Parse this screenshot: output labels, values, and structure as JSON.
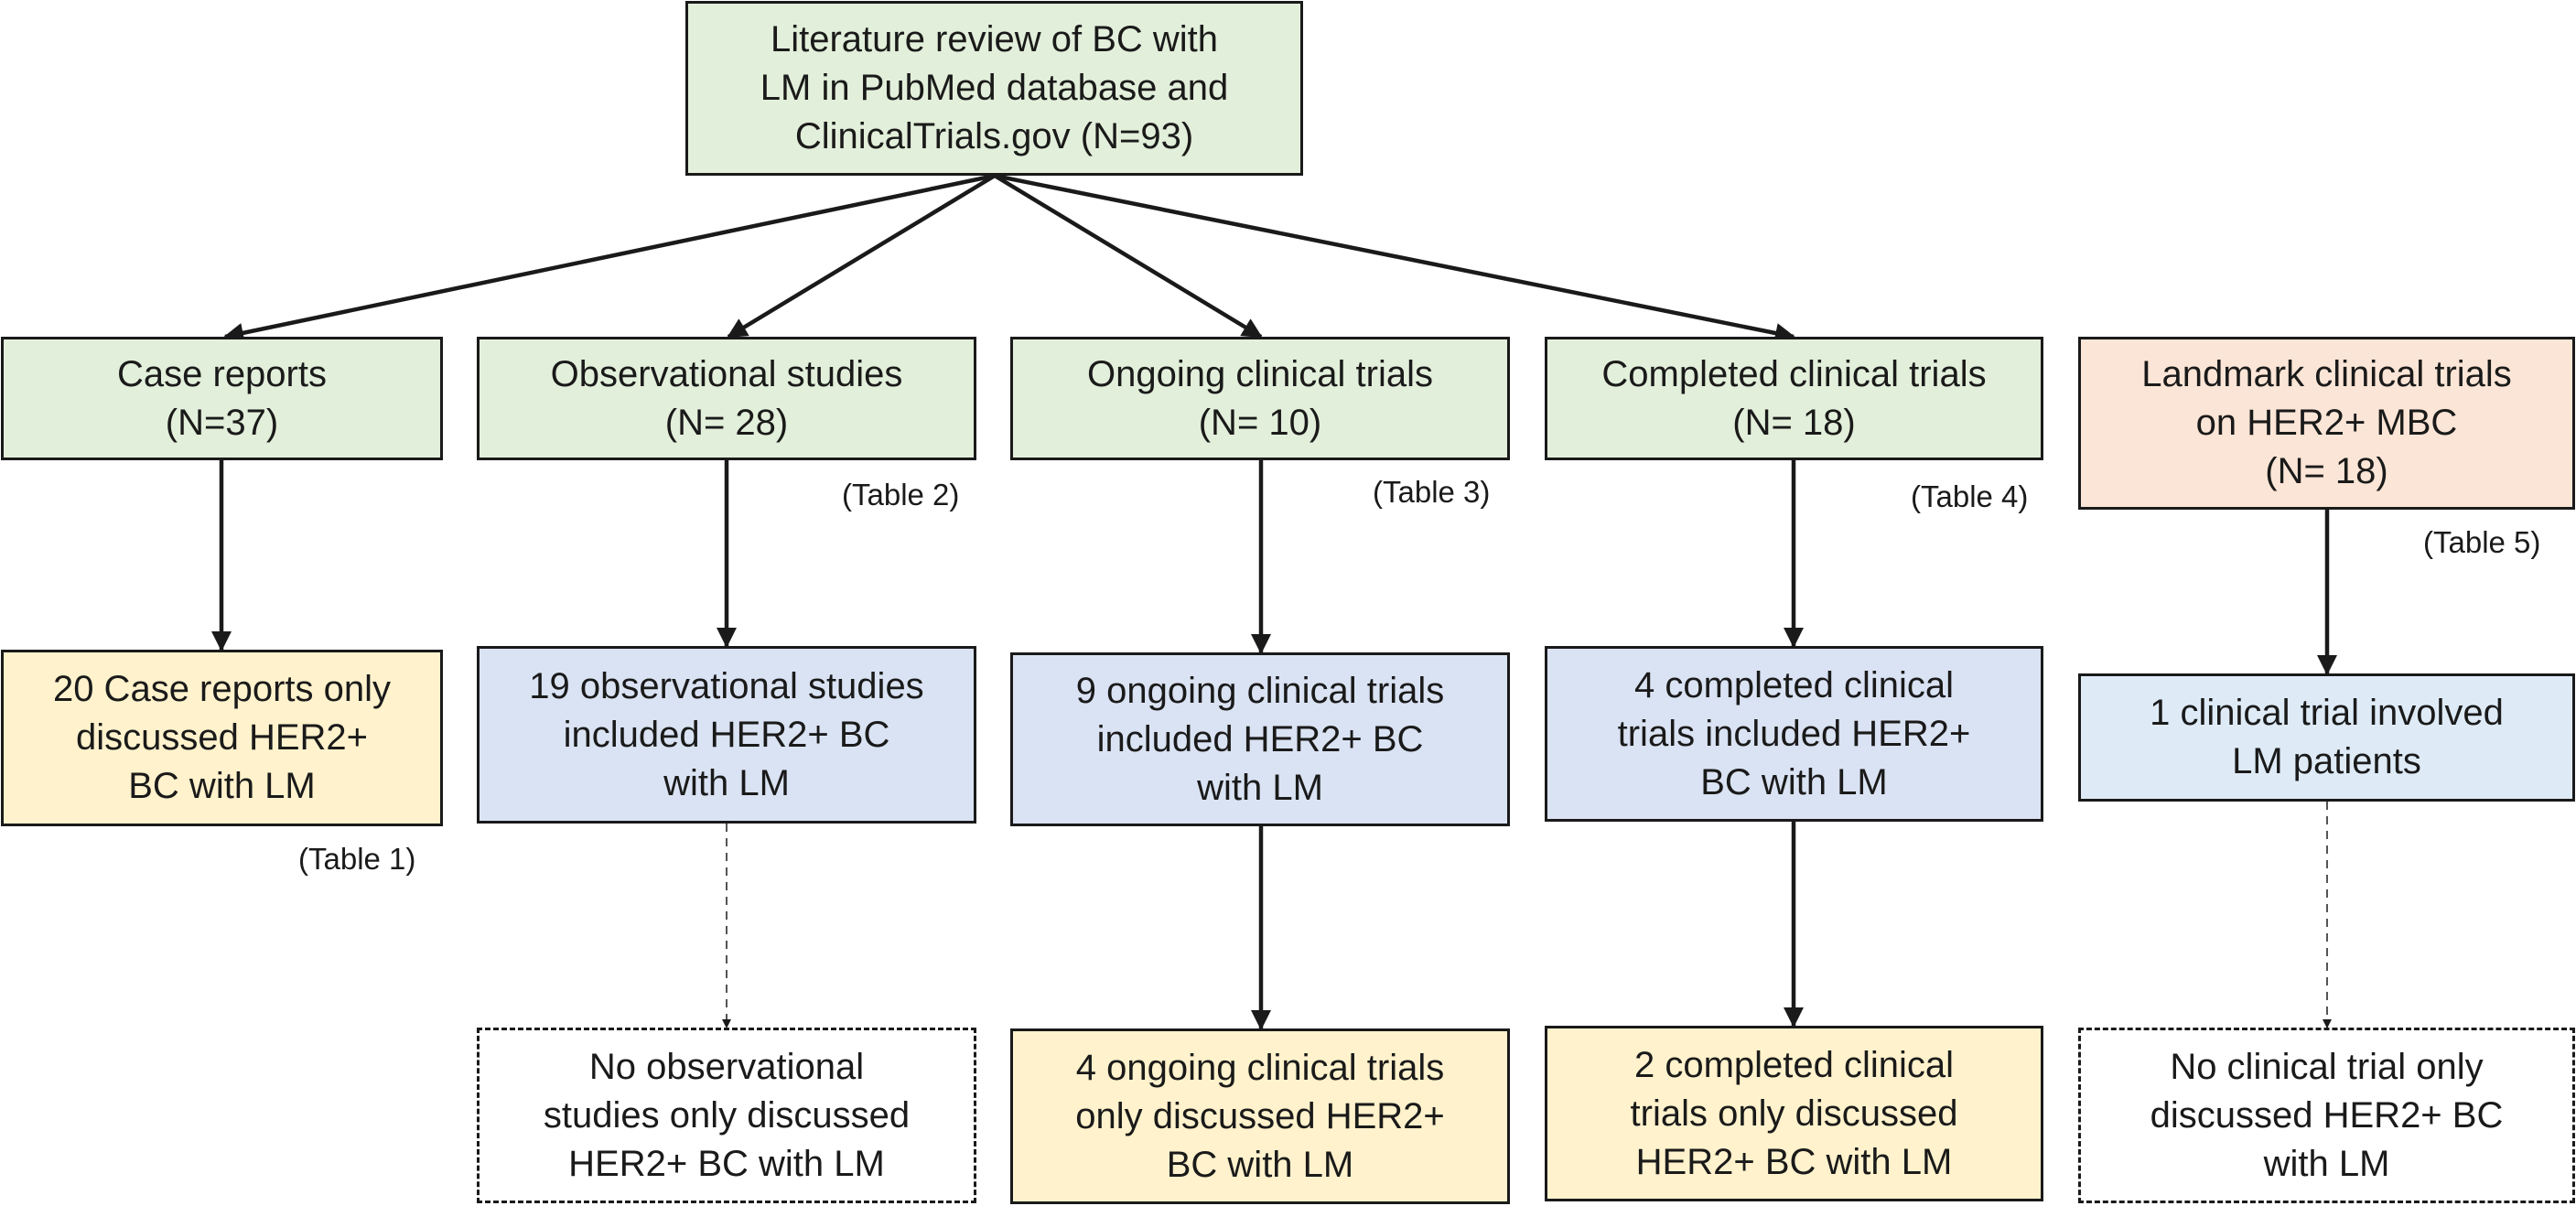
{
  "colors": {
    "border": "#1a1a1a",
    "green": "#e2efda",
    "orange": "#fbe5d6",
    "yellow": "#fff2cc",
    "blue": "#dae3f3",
    "light_blue": "#deebf7"
  },
  "root": {
    "label": "Literature review of BC with\nLM in PubMed database and\nClinicalTrials.gov (N=93)"
  },
  "categories": [
    {
      "label": "Case reports\n(N=37)",
      "table_ref": "",
      "included": "20 Case reports only\ndiscussed HER2+\nBC with LM",
      "included_table_ref": "(Table 1)",
      "final": ""
    },
    {
      "label": "Observational studies\n(N= 28)",
      "table_ref": "(Table 2)",
      "included": "19 observational studies\nincluded HER2+ BC\nwith LM",
      "final": "No observational\nstudies only discussed\nHER2+ BC with LM"
    },
    {
      "label": "Ongoing clinical trials\n(N= 10)",
      "table_ref": "(Table 3)",
      "included": "9 ongoing clinical trials\nincluded HER2+ BC\nwith LM",
      "final": "4 ongoing clinical trials\nonly discussed HER2+\nBC with LM"
    },
    {
      "label": "Completed clinical trials\n(N= 18)",
      "table_ref": "(Table 4)",
      "included": "4 completed clinical\ntrials included HER2+\nBC with LM",
      "final": "2 completed clinical\ntrials only discussed\nHER2+ BC with LM"
    },
    {
      "label": "Landmark clinical trials\non HER2+ MBC\n(N= 18)",
      "table_ref": "(Table 5)",
      "included": "1 clinical trial involved\nLM  patients",
      "final": "No clinical trial only\ndiscussed HER2+ BC\nwith LM"
    }
  ]
}
